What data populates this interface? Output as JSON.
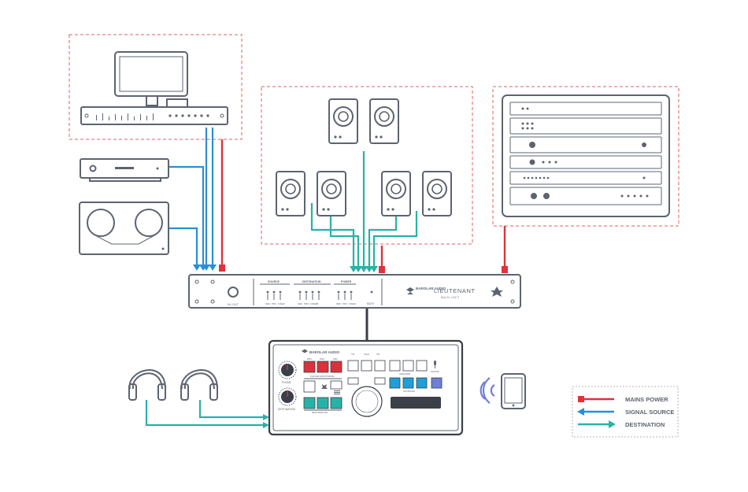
{
  "colors": {
    "power": "#e0323c",
    "source": "#2a8fd4",
    "destination": "#26b3a7",
    "outline": "#5d6470",
    "box": "#e06060"
  },
  "rack_unit": {
    "brand": "BAROLAR AUDIO",
    "model": "LIEUTENANT",
    "model_sub": "MAIN UNIT",
    "sections": {
      "source": "SOURCE",
      "destination": "DESTINATION",
      "power": "POWER"
    },
    "jack_label": "IN / OUT",
    "source_ticks": [
      "SRC",
      "PRV",
      "FIXED"
    ],
    "destination_ticks": [
      "SRC",
      "PRV",
      "FIXED",
      "B"
    ],
    "power_ticks": [
      "SRC",
      "PRV",
      "FIXED"
    ],
    "mute_label": "MUTE"
  },
  "controller": {
    "brand": "BAROLAR AUDIO",
    "left_knob_label": "PHONE",
    "right_knob_label": "DESTINATION",
    "top_buttons": [
      "DIM",
      "PRV",
      "PRV"
    ],
    "top_group_label": "PHONE MONITORING",
    "mid_labels": [
      "TB",
      "TALK",
      "TB"
    ],
    "sources_label": "SOURCES",
    "speaker_label": "SPEAKER",
    "mic_label": "PHONE",
    "destination_label": "DESTINATION"
  },
  "legend": {
    "items": [
      {
        "label": "MAINS POWER",
        "kind": "power"
      },
      {
        "label": "SIGNAL SOURCE",
        "kind": "source"
      },
      {
        "label": "DESTINATION",
        "kind": "destination"
      }
    ]
  }
}
